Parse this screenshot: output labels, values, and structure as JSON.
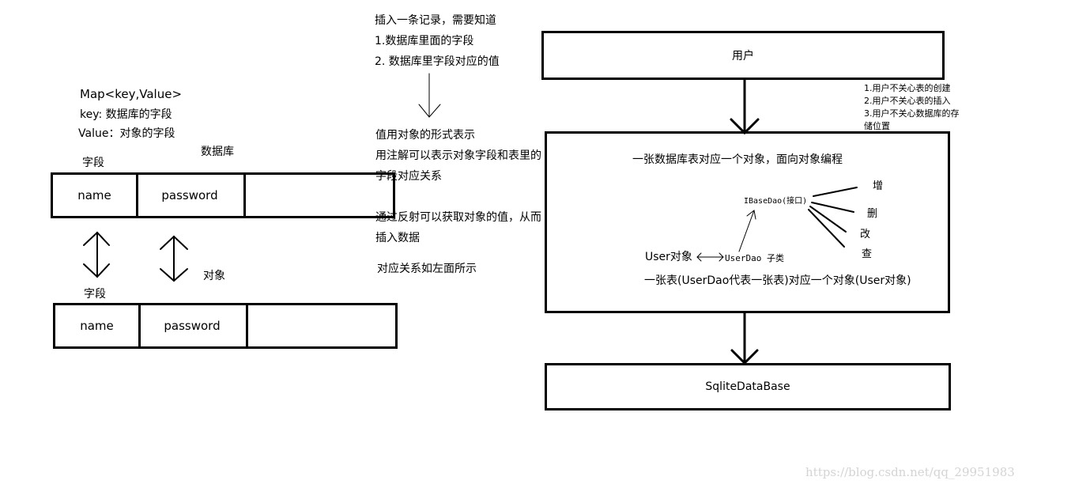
{
  "left": {
    "map_lines": [
      "Map<key,Value>",
      "key:  数据库的字段",
      "Value：对象的字段"
    ],
    "top_table": {
      "caption_left": "字段",
      "caption_right": "数据库",
      "cells": [
        "name",
        "password",
        ""
      ]
    },
    "object_label": "对象",
    "bottom_table": {
      "caption_left": "字段",
      "cells": [
        "name",
        "password",
        ""
      ]
    }
  },
  "middle": {
    "insert_lines": [
      "插入一条记录，需要知道",
      "1.数据库里面的字段",
      "2. 数据库里字段对应的值"
    ],
    "object_lines": [
      "值用对象的形式表示",
      "用注解可以表示对象字段和表里的",
      "字段对应关系"
    ],
    "reflect_lines": [
      "通过反射可以获取对象的值，从而",
      "插入数据"
    ],
    "relation_note": "对应关系如左面所示"
  },
  "right": {
    "user_box": "用户",
    "user_notes": [
      "1.用户不关心表的创建",
      "2.用户不关心表的插入",
      "3.用户不关心数据库的存",
      "储位置"
    ],
    "center_title": "一张数据库表对应一个对象，面向对象编程",
    "interface_label": "IBaseDao(接口)",
    "ops": [
      "增",
      "删",
      "改",
      "查"
    ],
    "user_object": "User对象",
    "subclass_label": "UserDao 子类",
    "center_bottom": "一张表(UserDao代表一张表)对应一个对象(User对象)",
    "db_box": "SqliteDataBase"
  },
  "watermark": "https://blog.csdn.net/qq_29951983"
}
